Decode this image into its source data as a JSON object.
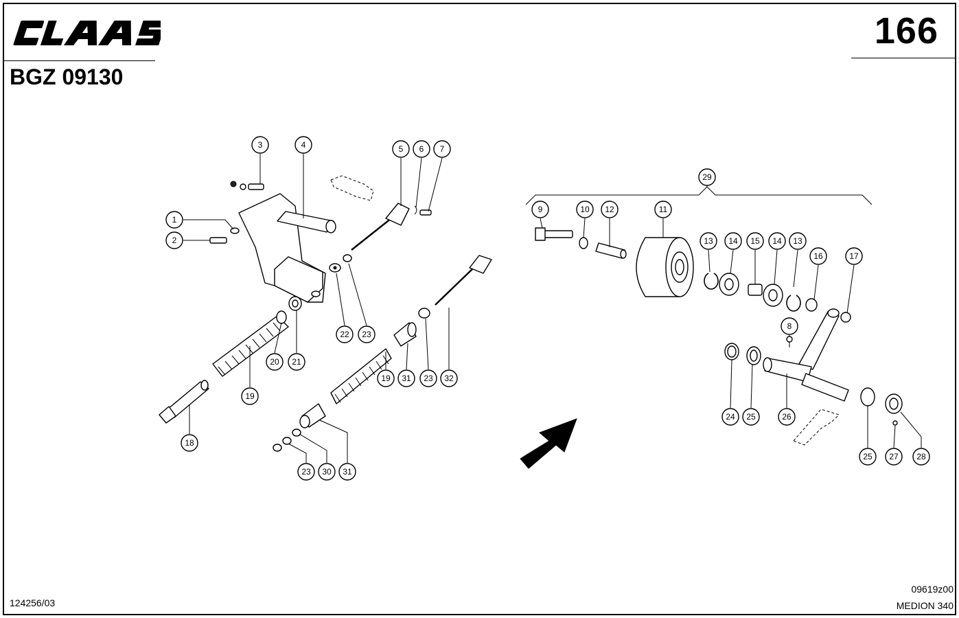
{
  "header": {
    "brand": "CLAAS",
    "page_number": "166",
    "doc_code": "BGZ 09130"
  },
  "footer": {
    "left_code": "124256/03",
    "drawing_code": "09619z00",
    "model": "MEDION 340"
  },
  "callouts": [
    {
      "id": "c1",
      "label": "1"
    },
    {
      "id": "c2",
      "label": "2"
    },
    {
      "id": "c3",
      "label": "3"
    },
    {
      "id": "c4",
      "label": "4"
    },
    {
      "id": "c5",
      "label": "5"
    },
    {
      "id": "c6",
      "label": "6"
    },
    {
      "id": "c7",
      "label": "7"
    },
    {
      "id": "c8",
      "label": "8"
    },
    {
      "id": "c9",
      "label": "9"
    },
    {
      "id": "c10",
      "label": "10"
    },
    {
      "id": "c11",
      "label": "11"
    },
    {
      "id": "c12",
      "label": "12"
    },
    {
      "id": "c13a",
      "label": "13"
    },
    {
      "id": "c13b",
      "label": "13"
    },
    {
      "id": "c14a",
      "label": "14"
    },
    {
      "id": "c14b",
      "label": "14"
    },
    {
      "id": "c15",
      "label": "15"
    },
    {
      "id": "c16",
      "label": "16"
    },
    {
      "id": "c17",
      "label": "17"
    },
    {
      "id": "c18",
      "label": "18"
    },
    {
      "id": "c19a",
      "label": "19"
    },
    {
      "id": "c19b",
      "label": "19"
    },
    {
      "id": "c20",
      "label": "20"
    },
    {
      "id": "c21",
      "label": "21"
    },
    {
      "id": "c22",
      "label": "22"
    },
    {
      "id": "c23a",
      "label": "23"
    },
    {
      "id": "c23b",
      "label": "23"
    },
    {
      "id": "c23c",
      "label": "23"
    },
    {
      "id": "c24",
      "label": "24"
    },
    {
      "id": "c25a",
      "label": "25"
    },
    {
      "id": "c25b",
      "label": "25"
    },
    {
      "id": "c26",
      "label": "26"
    },
    {
      "id": "c27",
      "label": "27"
    },
    {
      "id": "c28",
      "label": "28"
    },
    {
      "id": "c29",
      "label": "29"
    },
    {
      "id": "c30",
      "label": "30"
    },
    {
      "id": "c31a",
      "label": "31"
    },
    {
      "id": "c31b",
      "label": "31"
    },
    {
      "id": "c32",
      "label": "32"
    }
  ]
}
